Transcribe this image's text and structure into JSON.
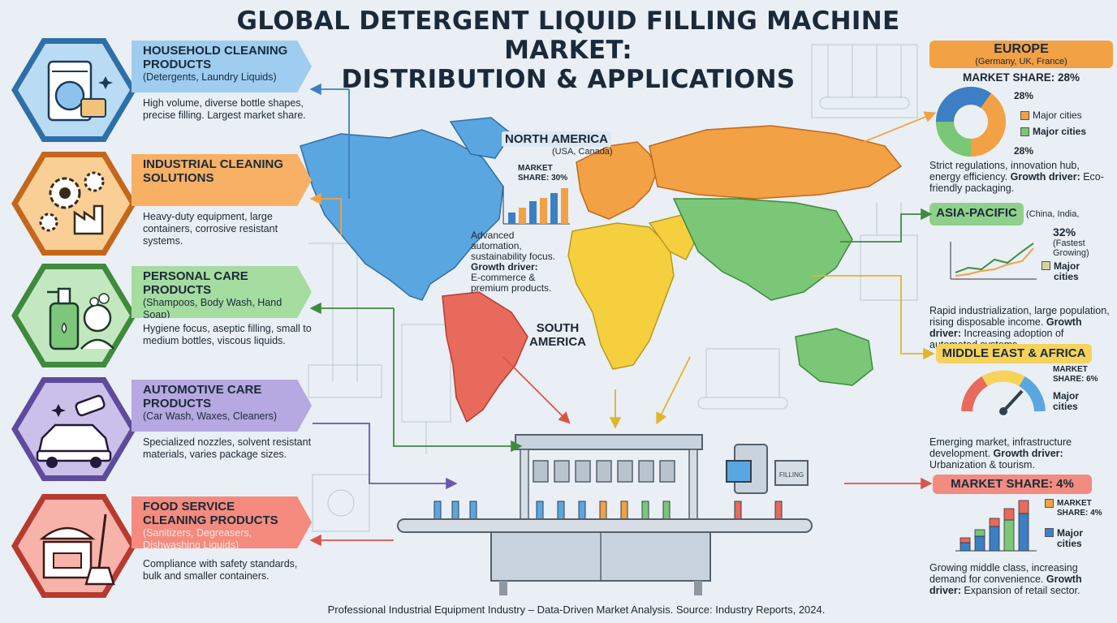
{
  "title_line1": "GLOBAL DETERGENT LIQUID FILLING MACHINE MARKET:",
  "title_line2": "DISTRIBUTION & APPLICATIONS",
  "categories": [
    {
      "title": "HOUSEHOLD CLEANING PRODUCTS",
      "subtitle": "(Detergents, Laundry Liquids)",
      "desc": "High volume, diverse bottle shapes, precise filling. Largest market share.",
      "color": "#6aaee0",
      "dark": "#2f6fa8",
      "icon": "washing-machine-icon"
    },
    {
      "title": "INDUSTRIAL CLEANING SOLUTIONS",
      "subtitle": "",
      "desc": "Heavy-duty equipment, large containers, corrosive resistant systems.",
      "color": "#f4a24d",
      "dark": "#c4671c",
      "icon": "gears-factory-icon"
    },
    {
      "title": "PERSONAL CARE PRODUCTS",
      "subtitle": "(Shampoos, Body Wash, Hand Soap)",
      "desc": "Hygiene focus, aseptic filling, small to medium bottles, viscous liquids.",
      "color": "#7cc77a",
      "dark": "#3f8a3d",
      "icon": "soap-bottle-icon"
    },
    {
      "title": "AUTOMOTIVE CARE PRODUCTS",
      "subtitle": "(Car Wash, Waxes, Cleaners)",
      "desc": "Specialized nozzles, solvent resistant materials, varies package sizes.",
      "color": "#9a86cf",
      "dark": "#5e4b9c",
      "icon": "car-wash-icon"
    },
    {
      "title": "FOOD SERVICE CLEANING PRODUCTS",
      "subtitle": "(Sanitizers, Degreasers, Dishwashing Liquids)",
      "desc": "Compliance with safety standards, bulk and smaller containers.",
      "color": "#ef6f61",
      "dark": "#b83a2f",
      "icon": "kitchen-mop-icon"
    }
  ],
  "north_america": {
    "name": "NORTH AMERICA",
    "sub": "(USA, Canada)",
    "share": "MARKET SHARE: 30%",
    "desc": "Advanced automation, sustainability focus.",
    "driver_label": "Growth driver:",
    "driver": "E-commerce & premium products."
  },
  "south_america": {
    "line1": "SOUTH",
    "line2": "AMERICA"
  },
  "europe": {
    "name": "EUROPE",
    "sub": "(Germany, UK, France)",
    "share": "MARKET SHARE: 28%",
    "pct_top": "28%",
    "pct_bottom": "28%",
    "legend": [
      "Major cities",
      "Major cities"
    ],
    "desc": "Strict regulations, innovation hub, energy efficiency.",
    "driver_label": "Growth driver:",
    "driver": "Eco-friendly packaging.",
    "color": "#f2a144"
  },
  "asia": {
    "name": "ASIA-PACIFIC",
    "sub": "(China, India,",
    "pct": "32%",
    "note": "(Fastest Growing)",
    "legend": "Major cities",
    "desc": "Rapid industrialization, large population, rising disposable income.",
    "driver_label": "Growth driver:",
    "driver": "Increasing adoption of automated systems.",
    "color": "#8fd08a"
  },
  "mea": {
    "name": "MIDDLE EAST & AFRICA",
    "share": "MARKET SHARE: 6%",
    "legend": "Major cities",
    "desc": "Emerging market, infrastructure development.",
    "driver_label": "Growth driver:",
    "driver": "Urbanization & tourism.",
    "color": "#f7d35a"
  },
  "latam": {
    "name": "MARKET SHARE: 4%",
    "share": "MARKET SHARE: 4%",
    "legend": "Major cities",
    "desc": "Growing middle class, increasing demand for convenience.",
    "driver_label": "Growth driver:",
    "driver": "Expansion of retail sector.",
    "color": "#f38b80"
  },
  "machine_label": "FILLING",
  "footer": "Professional Industrial Equipment Industry – Data-Driven Market Analysis. Source: Industry Reports, 2024."
}
